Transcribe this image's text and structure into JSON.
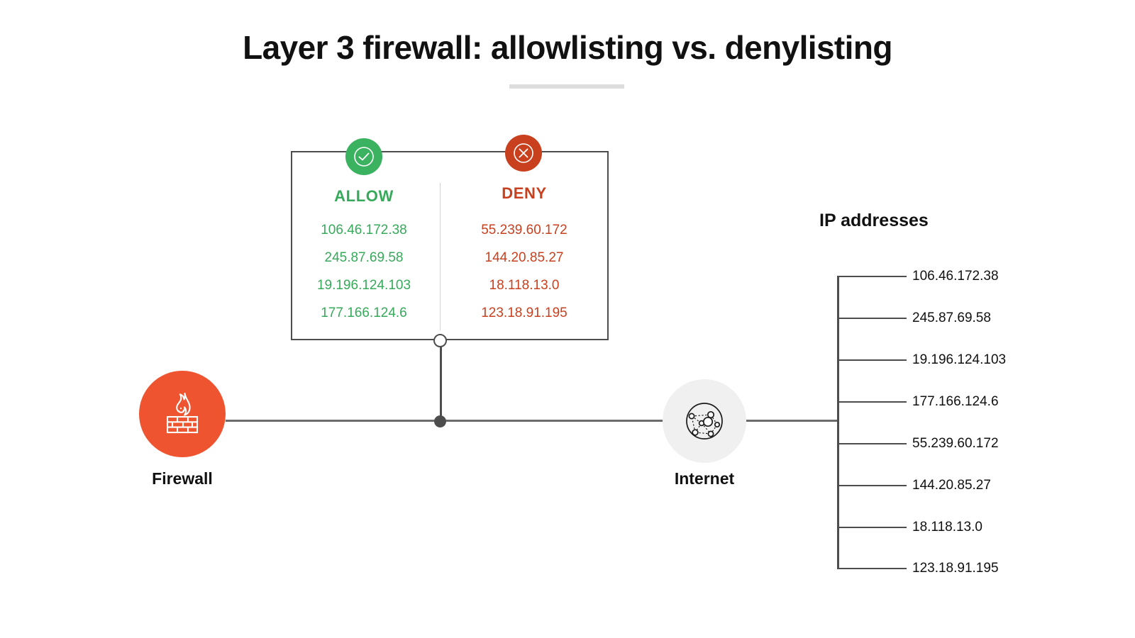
{
  "title": "Layer 3 firewall: allowlisting vs. denylisting",
  "colors": {
    "allow_green": "#36aa5a",
    "deny_red": "#c9401e",
    "firewall_orange": "#ef5430",
    "line_gray": "#4d4d4d",
    "internet_circle": "#f0f0f0"
  },
  "rule_panel": {
    "allow": {
      "icon": "check-circle-icon",
      "heading": "ALLOW",
      "ips": [
        "106.46.172.38",
        "245.87.69.58",
        "19.196.124.103",
        "177.166.124.6"
      ]
    },
    "deny": {
      "icon": "x-circle-icon",
      "heading": "DENY",
      "ips": [
        "55.239.60.172",
        "144.20.85.27",
        "18.118.13.0",
        "123.18.91.195"
      ]
    }
  },
  "nodes": {
    "firewall": {
      "label": "Firewall",
      "icon": "firewall-flame-brick-icon"
    },
    "internet": {
      "label": "Internet",
      "icon": "internet-network-globe-icon"
    }
  },
  "ip_list": {
    "heading": "IP addresses",
    "items": [
      "106.46.172.38",
      "245.87.69.58",
      "19.196.124.103",
      "177.166.124.6",
      "55.239.60.172",
      "144.20.85.27",
      "18.118.13.0",
      "123.18.91.195"
    ]
  }
}
